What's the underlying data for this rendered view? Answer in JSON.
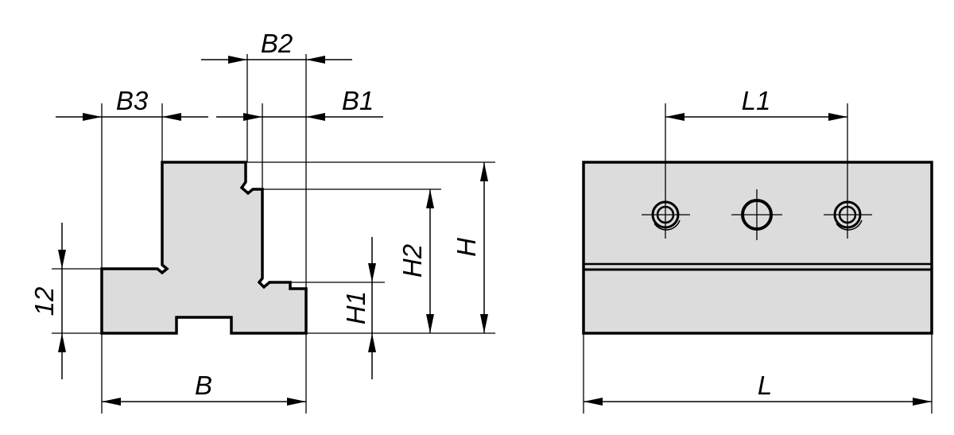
{
  "labels": {
    "b3": "B3",
    "b2": "B2",
    "b1": "B1",
    "b": "B",
    "h": "H",
    "h1": "H1",
    "h2": "H2",
    "twelve": "12",
    "l1": "L1",
    "l": "L"
  },
  "colors": {
    "part_fill": "#dcdcdc",
    "line": "#000000"
  }
}
